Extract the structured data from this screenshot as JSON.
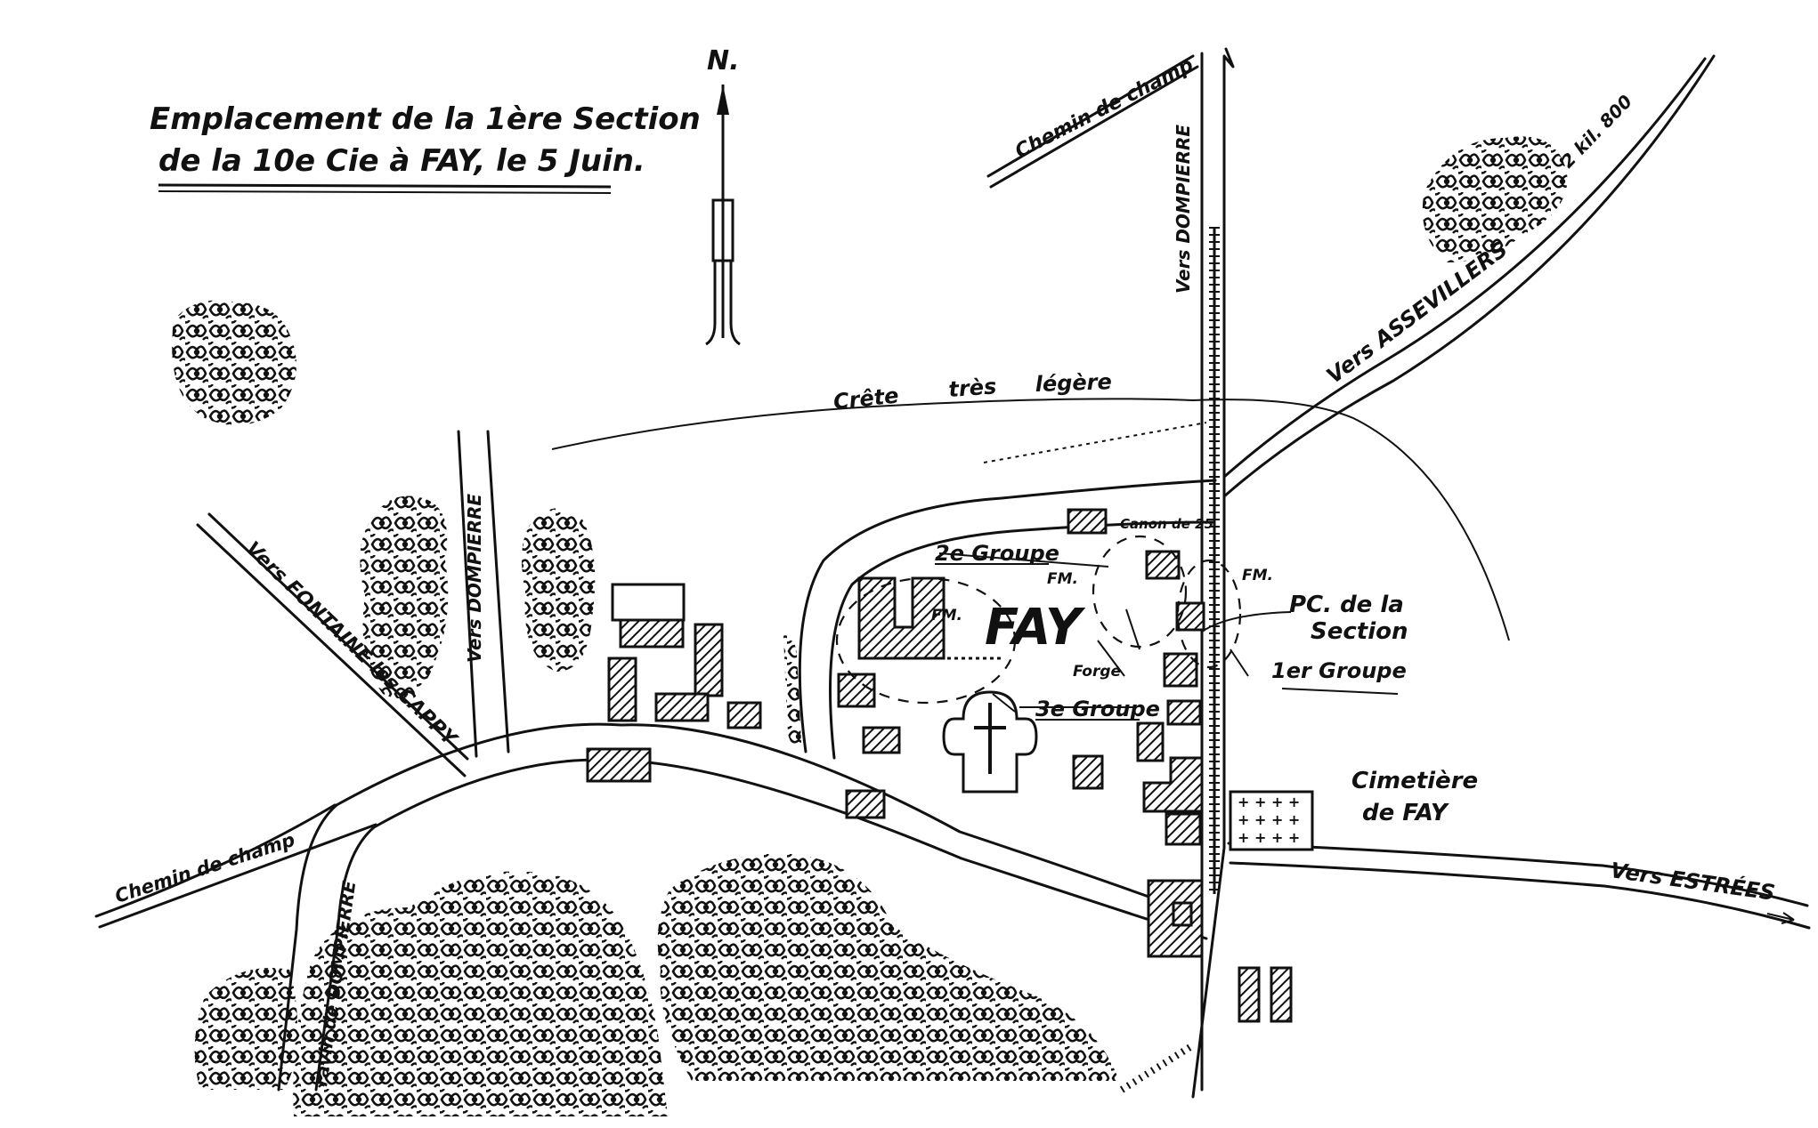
{
  "title": {
    "line1": "Emplacement de la 1ère Section",
    "line2": "de la 10e Cie à FAY, le 5 Juin."
  },
  "north": "N.",
  "village": "FAY",
  "labels": {
    "chemin_de_champ_top": "Chemin de champ",
    "vers_dompierre_top": "Vers DOMPIERRE",
    "vers_assevillers": "Vers ASSEVILLERS",
    "distance": "2 kil. 800",
    "crete": "Crête",
    "tres": "très",
    "legere": "légère",
    "vers_fontaine": "Vers FONTAINE les CAPPY",
    "vers_dompierre_left": "Vers DOMPIERRE",
    "canon": "Canon de 25",
    "groupe2": "2e Groupe",
    "groupe3": "3e Groupe",
    "groupe1": "1er Groupe",
    "fm1": "FM.",
    "fm2": "FM.",
    "fm3": "FM.",
    "forge": "Forge",
    "pc1": "PC. de la",
    "pc2": "Section",
    "cimetiere1": "Cimetière",
    "cimetiere2": "de FAY",
    "chemin_de_champ_left": "Chemin de champ",
    "ravin": "ravin de DOMPIERRE",
    "vers_estrees": "Vers ESTRÉES"
  },
  "icons": {
    "north_arrow": "north-arrow-icon",
    "church": "church-icon",
    "railway": "railway-track",
    "wood": "woodland-symbol"
  }
}
